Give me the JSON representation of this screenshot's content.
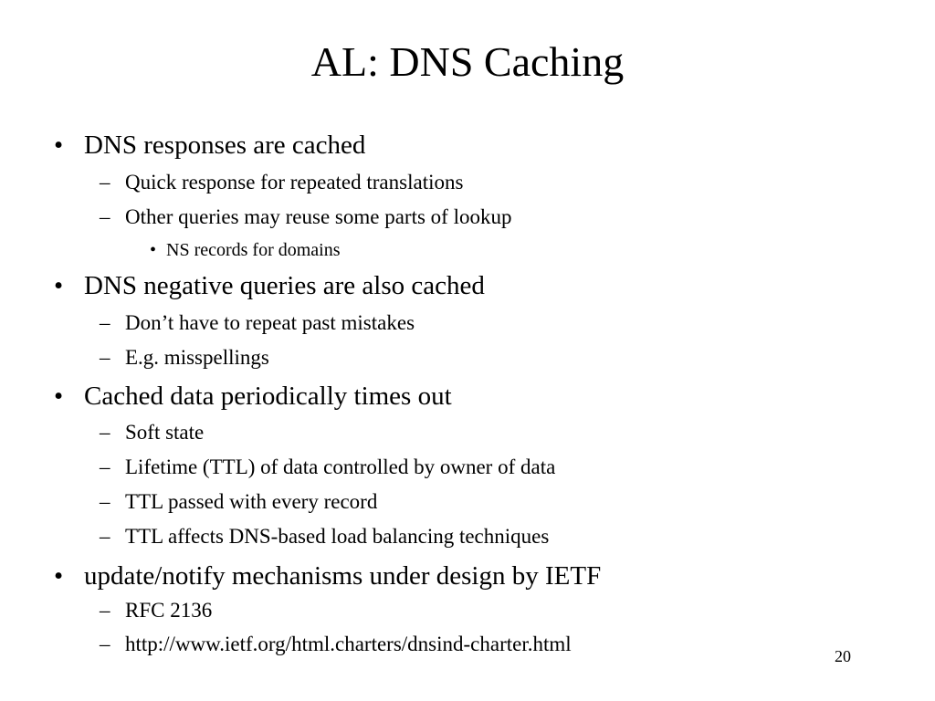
{
  "slide": {
    "title": "AL: DNS Caching",
    "page_number": "20",
    "markers": {
      "bullet": "•",
      "dash": "–"
    },
    "items": [
      {
        "text": "DNS responses are cached",
        "children": [
          {
            "text": "Quick response for repeated translations"
          },
          {
            "text": "Other queries may reuse some parts of lookup",
            "children": [
              {
                "text": "NS records for domains"
              }
            ]
          }
        ]
      },
      {
        "text": "DNS negative queries are also cached",
        "children": [
          {
            "text": "Don’t have to repeat past mistakes"
          },
          {
            "text": "E.g. misspellings"
          }
        ]
      },
      {
        "text": "Cached data periodically times out",
        "children": [
          {
            "text": "Soft state"
          },
          {
            "text": "Lifetime (TTL) of data controlled by owner of data"
          },
          {
            "text": "TTL passed with every record"
          },
          {
            "text": "TTL affects DNS-based load balancing techniques"
          }
        ]
      },
      {
        "text": "update/notify mechanisms under design by IETF",
        "children": [
          {
            "text": "RFC 2136"
          },
          {
            "text": "http://www.ietf.org/html.charters/dnsind-charter.html"
          }
        ]
      }
    ]
  }
}
